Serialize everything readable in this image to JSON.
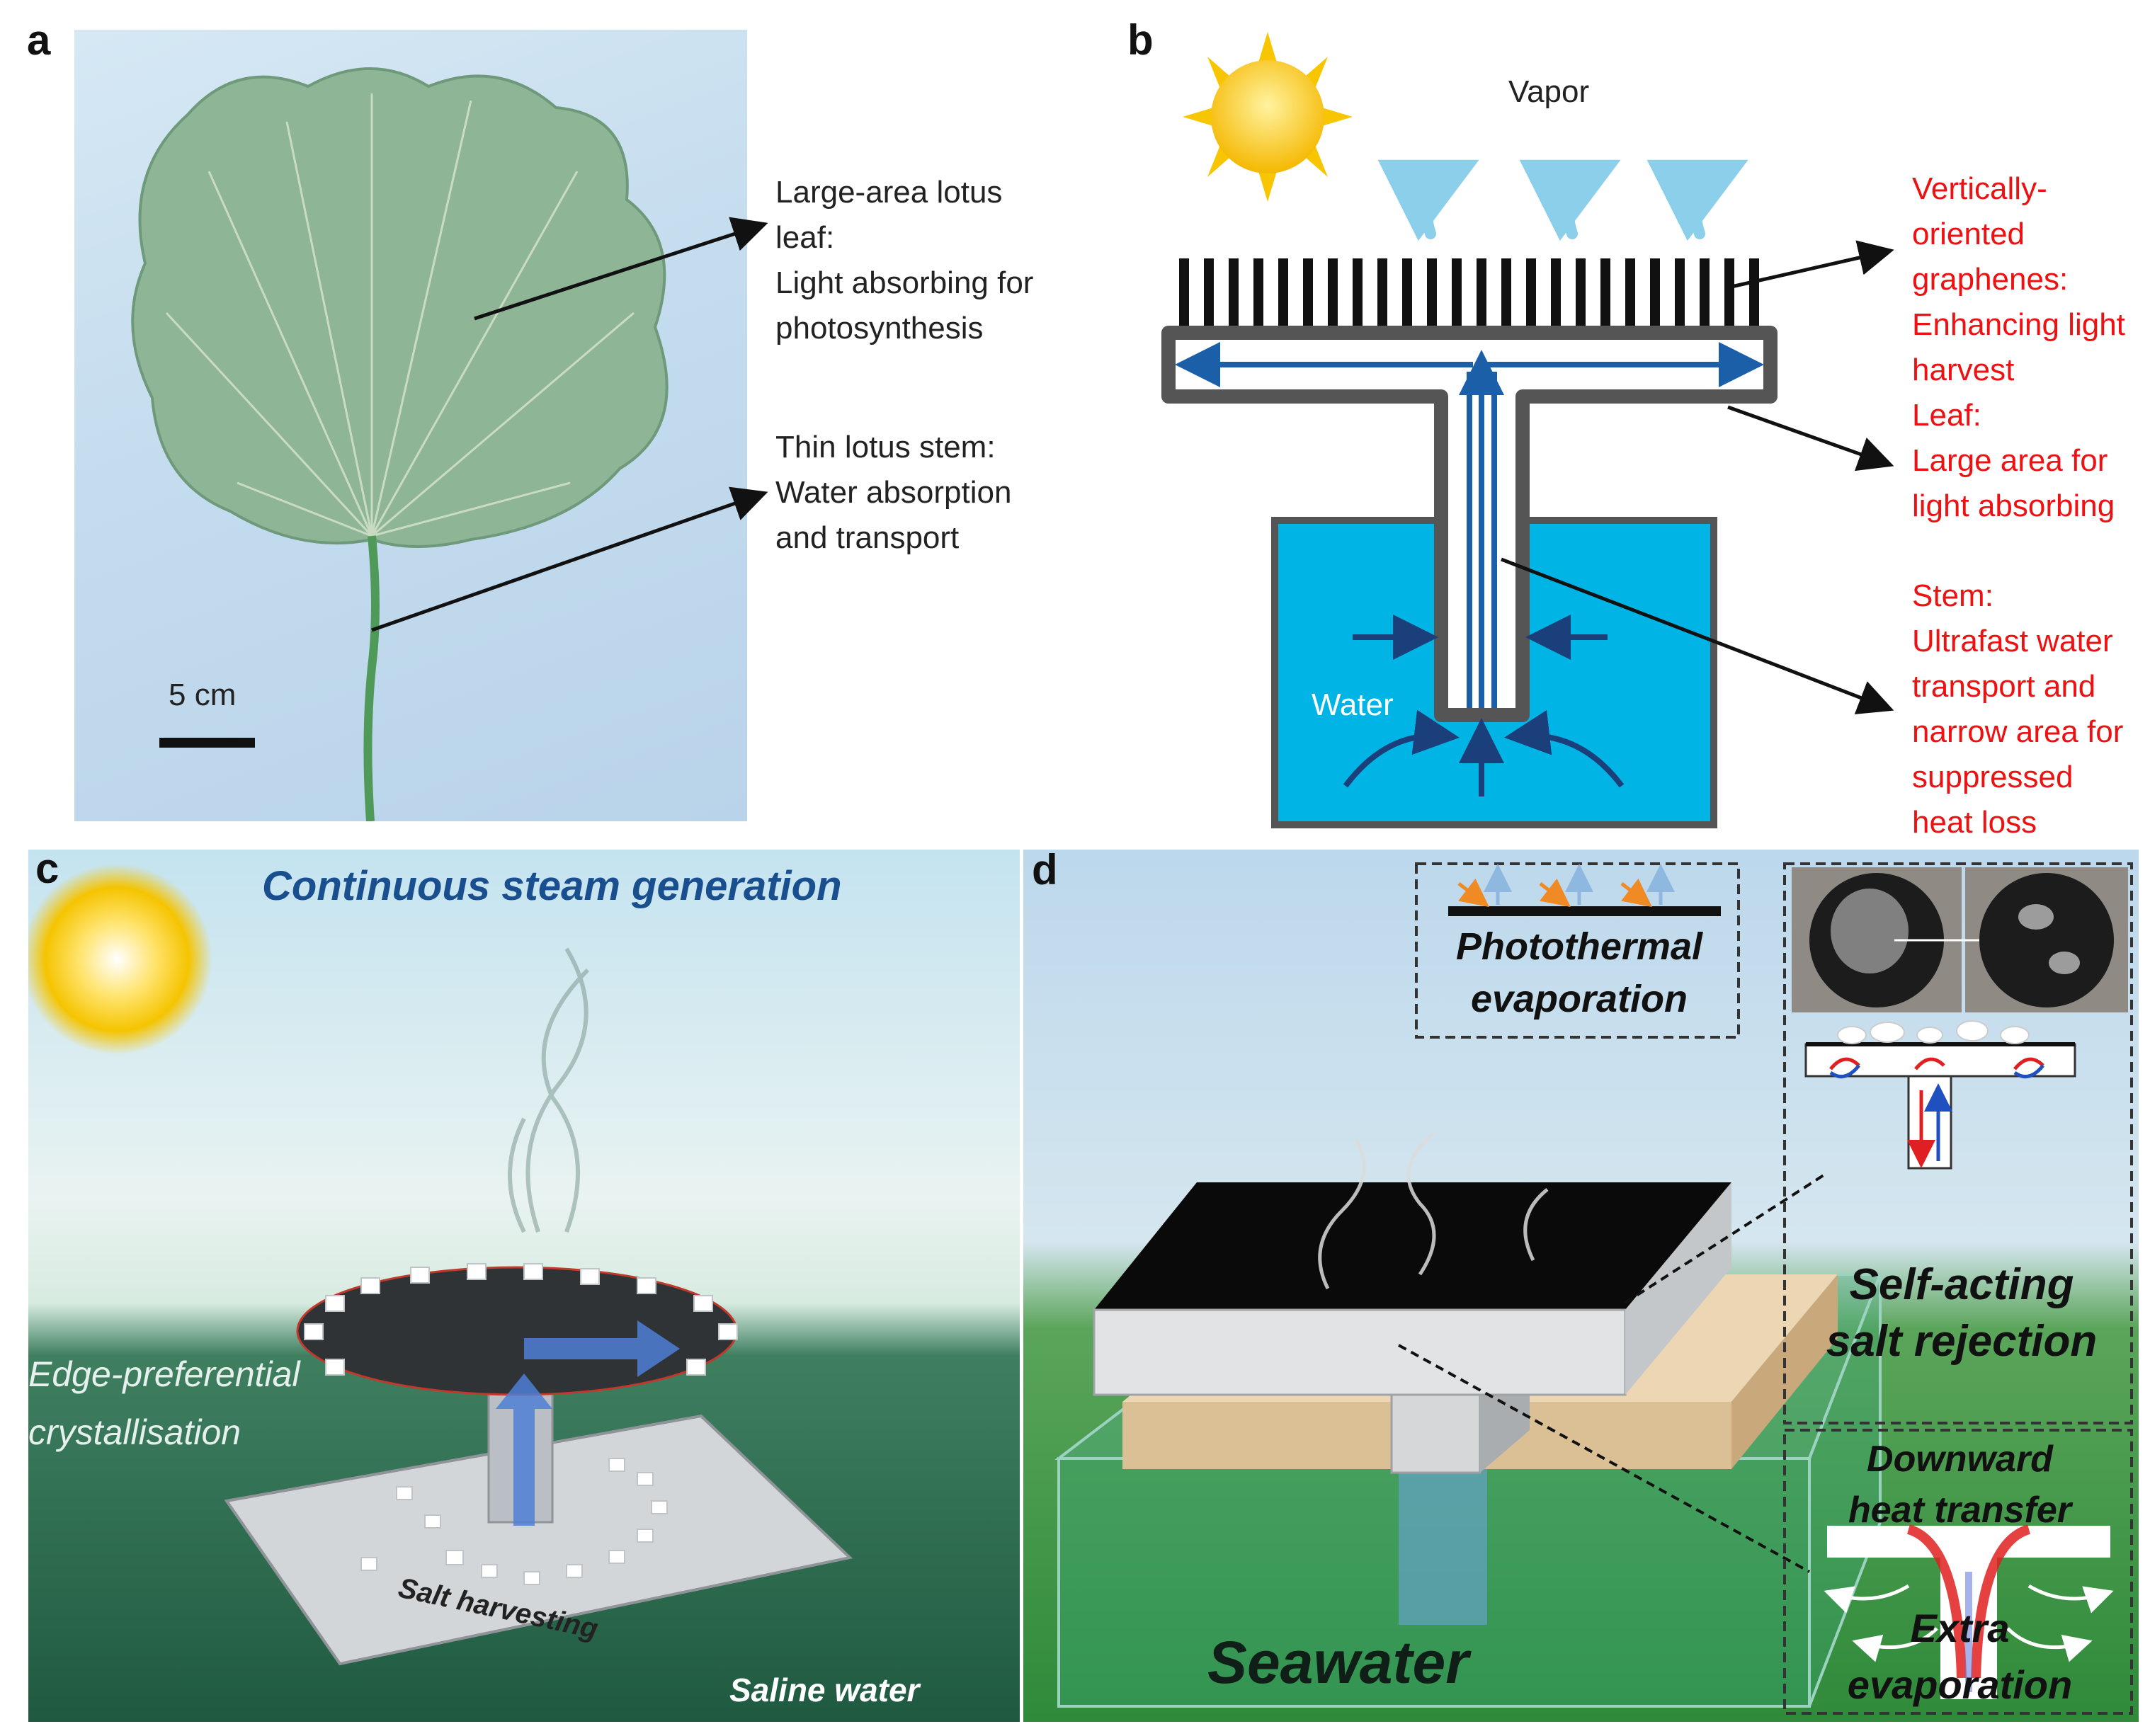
{
  "panels": {
    "a": {
      "label": "a",
      "leaf_annotation": "Large-area lotus leaf:\nLight absorbing for\nphotosynthesis",
      "stem_annotation": "Thin lotus stem:\nWater absorption\nand transport",
      "scale_bar": "5 cm"
    },
    "b": {
      "label": "b",
      "vapor": "Vapor",
      "water": "Water",
      "graphene_annotation": "Vertically-oriented\ngraphenes:\nEnhancing light\nharvest",
      "leaf_annotation": "Leaf:\nLarge area for\nlight absorbing",
      "stem_annotation": "Stem:\nUltrafast water\ntransport and\nnarrow area for\nsuppressed\nheat loss"
    },
    "c": {
      "label": "c",
      "title": "Continuous steam generation",
      "edge_text": "Edge-preferential\ncrystallisation",
      "salt_text": "Salt harvesting",
      "saline_text": "Saline water"
    },
    "d": {
      "label": "d",
      "photothermal": "Photothermal\nevaporation",
      "salt_rejection": "Self-acting\nsalt rejection",
      "heat_transfer": "Downward\nheat transfer",
      "extra": "Extra\nevaporation",
      "seawater": "Seawater"
    }
  },
  "colors": {
    "annotation_red": "#ee1111",
    "water_blue": "#00b4e6",
    "title_blue": "#1a4f8f"
  }
}
